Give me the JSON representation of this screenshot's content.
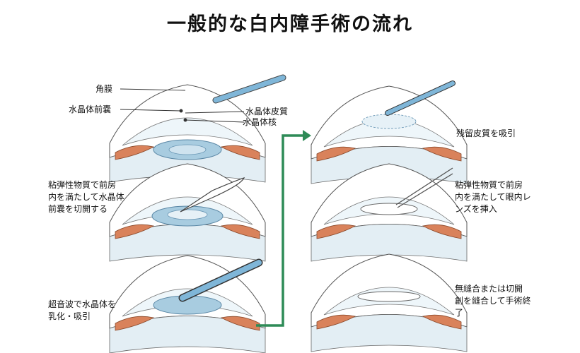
{
  "title": "一般的な白内障手術の流れ",
  "parts": {
    "cornea": "角膜",
    "anterior_capsule": "水晶体前嚢",
    "cortex": "水晶体皮質",
    "nucleus": "水晶体核"
  },
  "steps": [
    {
      "id": 1,
      "lines": [
        "粘弾性物質で前房",
        "内を満たして水晶体",
        "前嚢を切開する"
      ]
    },
    {
      "id": 2,
      "lines": [
        "超音波で水晶体を",
        "乳化・吸引"
      ]
    },
    {
      "id": 3,
      "lines": [
        "残留皮質を吸引"
      ]
    },
    {
      "id": 4,
      "lines": [
        "粘弾性物質で前房",
        "内を満たして眼内レ",
        "ンズを挿入"
      ]
    },
    {
      "id": 5,
      "lines": [
        "無縫合または切開",
        "創を縫合して手術終",
        "了"
      ]
    }
  ],
  "colors": {
    "arrow": "#2e8b57",
    "lens": "#a8cce0",
    "iris": "#d9825b",
    "fluid": "#e8f3f8",
    "instrument": "#7fb6d8"
  }
}
